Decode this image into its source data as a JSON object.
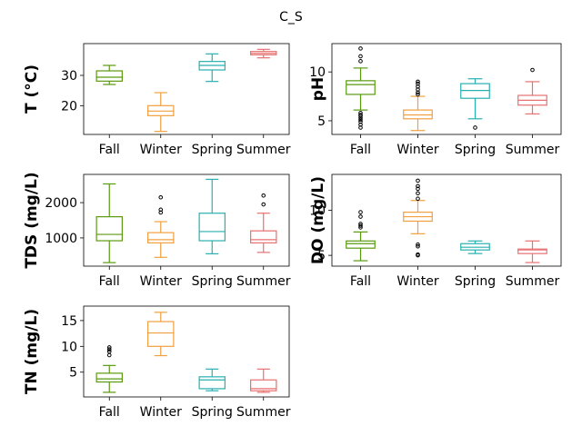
{
  "figure": {
    "suptitle": "C_S"
  },
  "chart_data": [
    {
      "type": "box",
      "ylabel": "T  (°C)",
      "categories": [
        "Fall",
        "Winter",
        "Spring",
        "Summer"
      ],
      "colors": [
        "#5a9a10",
        "#f0a040",
        "#28b0b0",
        "#e87070"
      ],
      "ylim": [
        10.5,
        40.5
      ],
      "yticks": [
        20,
        30
      ],
      "boxes": [
        {
          "whislo": 27,
          "q1": 28.1,
          "med": 29.4,
          "q3": 31.5,
          "whishi": 33.3,
          "fliers": []
        },
        {
          "whislo": 11.5,
          "q1": 16.7,
          "med": 18.2,
          "q3": 20,
          "whishi": 24.3,
          "fliers": []
        },
        {
          "whislo": 28,
          "q1": 31.8,
          "med": 33.3,
          "q3": 34.6,
          "whishi": 37.1,
          "fliers": []
        },
        {
          "whislo": 35.8,
          "q1": 36.8,
          "med": 37.3,
          "q3": 37.9,
          "whishi": 38.6,
          "fliers": []
        }
      ]
    },
    {
      "type": "box",
      "ylabel": "pH",
      "categories": [
        "Fall",
        "Winter",
        "Spring",
        "Summer"
      ],
      "colors": [
        "#5a9a10",
        "#f0a040",
        "#28b0b0",
        "#e87070"
      ],
      "ylim": [
        3.6,
        12.9
      ],
      "yticks": [
        5,
        10
      ],
      "boxes": [
        {
          "whislo": 6.1,
          "q1": 7.7,
          "med": 8.7,
          "q3": 9.1,
          "whishi": 10.4,
          "fliers": [
            4.3,
            4.6,
            4.9,
            5.1,
            5.3,
            5.5,
            5.6,
            5.8,
            11.1,
            11.6,
            12.4
          ]
        },
        {
          "whislo": 4,
          "q1": 5.2,
          "med": 5.6,
          "q3": 6.1,
          "whishi": 7.5,
          "fliers": [
            7.7,
            7.9,
            8.2,
            8.5,
            8.8,
            9
          ]
        },
        {
          "whislo": 5.2,
          "q1": 7.3,
          "med": 8.1,
          "q3": 8.8,
          "whishi": 9.3,
          "fliers": [
            4.3
          ]
        },
        {
          "whislo": 5.7,
          "q1": 6.6,
          "med": 7.1,
          "q3": 7.6,
          "whishi": 9,
          "fliers": [
            10.2
          ]
        }
      ]
    },
    {
      "type": "box",
      "ylabel": "TDS (mg/L)",
      "categories": [
        "Fall",
        "Winter",
        "Spring",
        "Summer"
      ],
      "colors": [
        "#5a9a10",
        "#f0a040",
        "#28b0b0",
        "#e87070"
      ],
      "ylim": [
        200,
        2800
      ],
      "yticks": [
        1000,
        2000
      ],
      "boxes": [
        {
          "whislo": 300,
          "q1": 920,
          "med": 1100,
          "q3": 1600,
          "whishi": 2530,
          "fliers": []
        },
        {
          "whislo": 450,
          "q1": 860,
          "med": 950,
          "q3": 1150,
          "whishi": 1460,
          "fliers": [
            1720,
            1800,
            2150
          ]
        },
        {
          "whislo": 550,
          "q1": 920,
          "med": 1180,
          "q3": 1700,
          "whishi": 2660,
          "fliers": []
        },
        {
          "whislo": 590,
          "q1": 860,
          "med": 950,
          "q3": 1200,
          "whishi": 1700,
          "fliers": [
            1950,
            2200
          ]
        }
      ]
    },
    {
      "type": "box",
      "ylabel": "DO (mg/L)",
      "categories": [
        "Fall",
        "Winter",
        "Spring",
        "Summer"
      ],
      "colors": [
        "#5a9a10",
        "#f0a040",
        "#28b0b0",
        "#e87070"
      ],
      "ylim": [
        3.8,
        14
      ],
      "yticks": [
        5,
        10
      ],
      "boxes": [
        {
          "whislo": 4.4,
          "q1": 5.8,
          "med": 6.3,
          "q3": 6.6,
          "whishi": 7.6,
          "fliers": [
            8.1,
            8.3,
            8.5,
            9.3,
            9.8
          ]
        },
        {
          "whislo": 7.4,
          "q1": 8.8,
          "med": 9.3,
          "q3": 9.8,
          "whishi": 11.1,
          "fliers": [
            5,
            5.1,
            6,
            6.2,
            11.3,
            11.9,
            12.4,
            12.7,
            13.3
          ]
        },
        {
          "whislo": 5.2,
          "q1": 5.6,
          "med": 5.9,
          "q3": 6.3,
          "whishi": 6.6,
          "fliers": []
        },
        {
          "whislo": 4.2,
          "q1": 5.2,
          "med": 5.6,
          "q3": 5.7,
          "whishi": 6.6,
          "fliers": []
        }
      ]
    },
    {
      "type": "box",
      "ylabel": "TN (mg/L)",
      "categories": [
        "Fall",
        "Winter",
        "Spring",
        "Summer"
      ],
      "colors": [
        "#5a9a10",
        "#f0a040",
        "#28b0b0",
        "#e87070"
      ],
      "ylim": [
        0.2,
        17.8
      ],
      "yticks": [
        5,
        10,
        15
      ],
      "boxes": [
        {
          "whislo": 1.1,
          "q1": 3.1,
          "med": 3.7,
          "q3": 4.8,
          "whishi": 6.3,
          "fliers": [
            8.3,
            9,
            9.4,
            9.8
          ]
        },
        {
          "whislo": 8.2,
          "q1": 10,
          "med": 12.6,
          "q3": 14.8,
          "whishi": 16.6,
          "fliers": []
        },
        {
          "whislo": 1.4,
          "q1": 1.8,
          "med": 3.5,
          "q3": 4.1,
          "whishi": 5.6,
          "fliers": []
        },
        {
          "whislo": 1.1,
          "q1": 1.4,
          "med": 1.8,
          "q3": 3.5,
          "whishi": 5.6,
          "fliers": []
        }
      ]
    }
  ]
}
